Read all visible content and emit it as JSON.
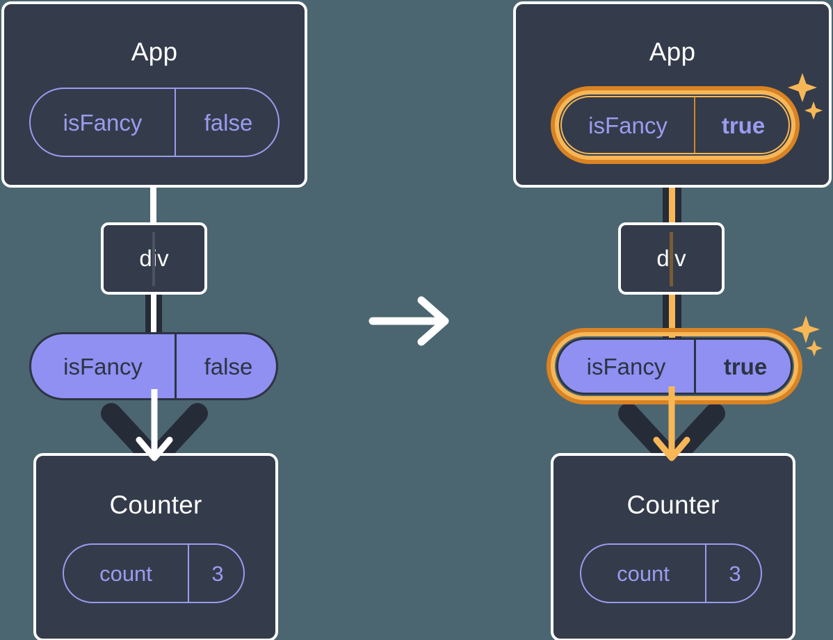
{
  "diagram": {
    "title": "React state update propagation: isFancy false to true",
    "background_color": "#4b6670",
    "box_fill": "#343c4b",
    "box_border": "#ffffff",
    "pill_purple": "#8f90f2",
    "pill_outline": "#9a9cf0",
    "highlight_outer": "#d98324",
    "highlight_inner": "#f7b757",
    "arrow_dark": "#262b38",
    "arrow_white": "#ffffff",
    "arrow_orange": "#f7b757"
  },
  "transition": {
    "arrow_label": "transitions-to-arrow"
  },
  "before": {
    "app": {
      "title": "App",
      "prop": {
        "name": "isFancy",
        "value": "false",
        "highlighted": false
      }
    },
    "div": {
      "label": "div"
    },
    "prop_pill": {
      "name": "isFancy",
      "value": "false",
      "highlighted": false
    },
    "counter": {
      "title": "Counter",
      "state": {
        "name": "count",
        "value": "3",
        "highlighted": false
      }
    }
  },
  "after": {
    "app": {
      "title": "App",
      "prop": {
        "name": "isFancy",
        "value": "true",
        "highlighted": true
      }
    },
    "div": {
      "label": "div"
    },
    "prop_pill": {
      "name": "isFancy",
      "value": "true",
      "highlighted": true
    },
    "counter": {
      "title": "Counter",
      "state": {
        "name": "count",
        "value": "3",
        "highlighted": false
      }
    },
    "sparkles": [
      "sparkle-large",
      "sparkle-small"
    ]
  }
}
